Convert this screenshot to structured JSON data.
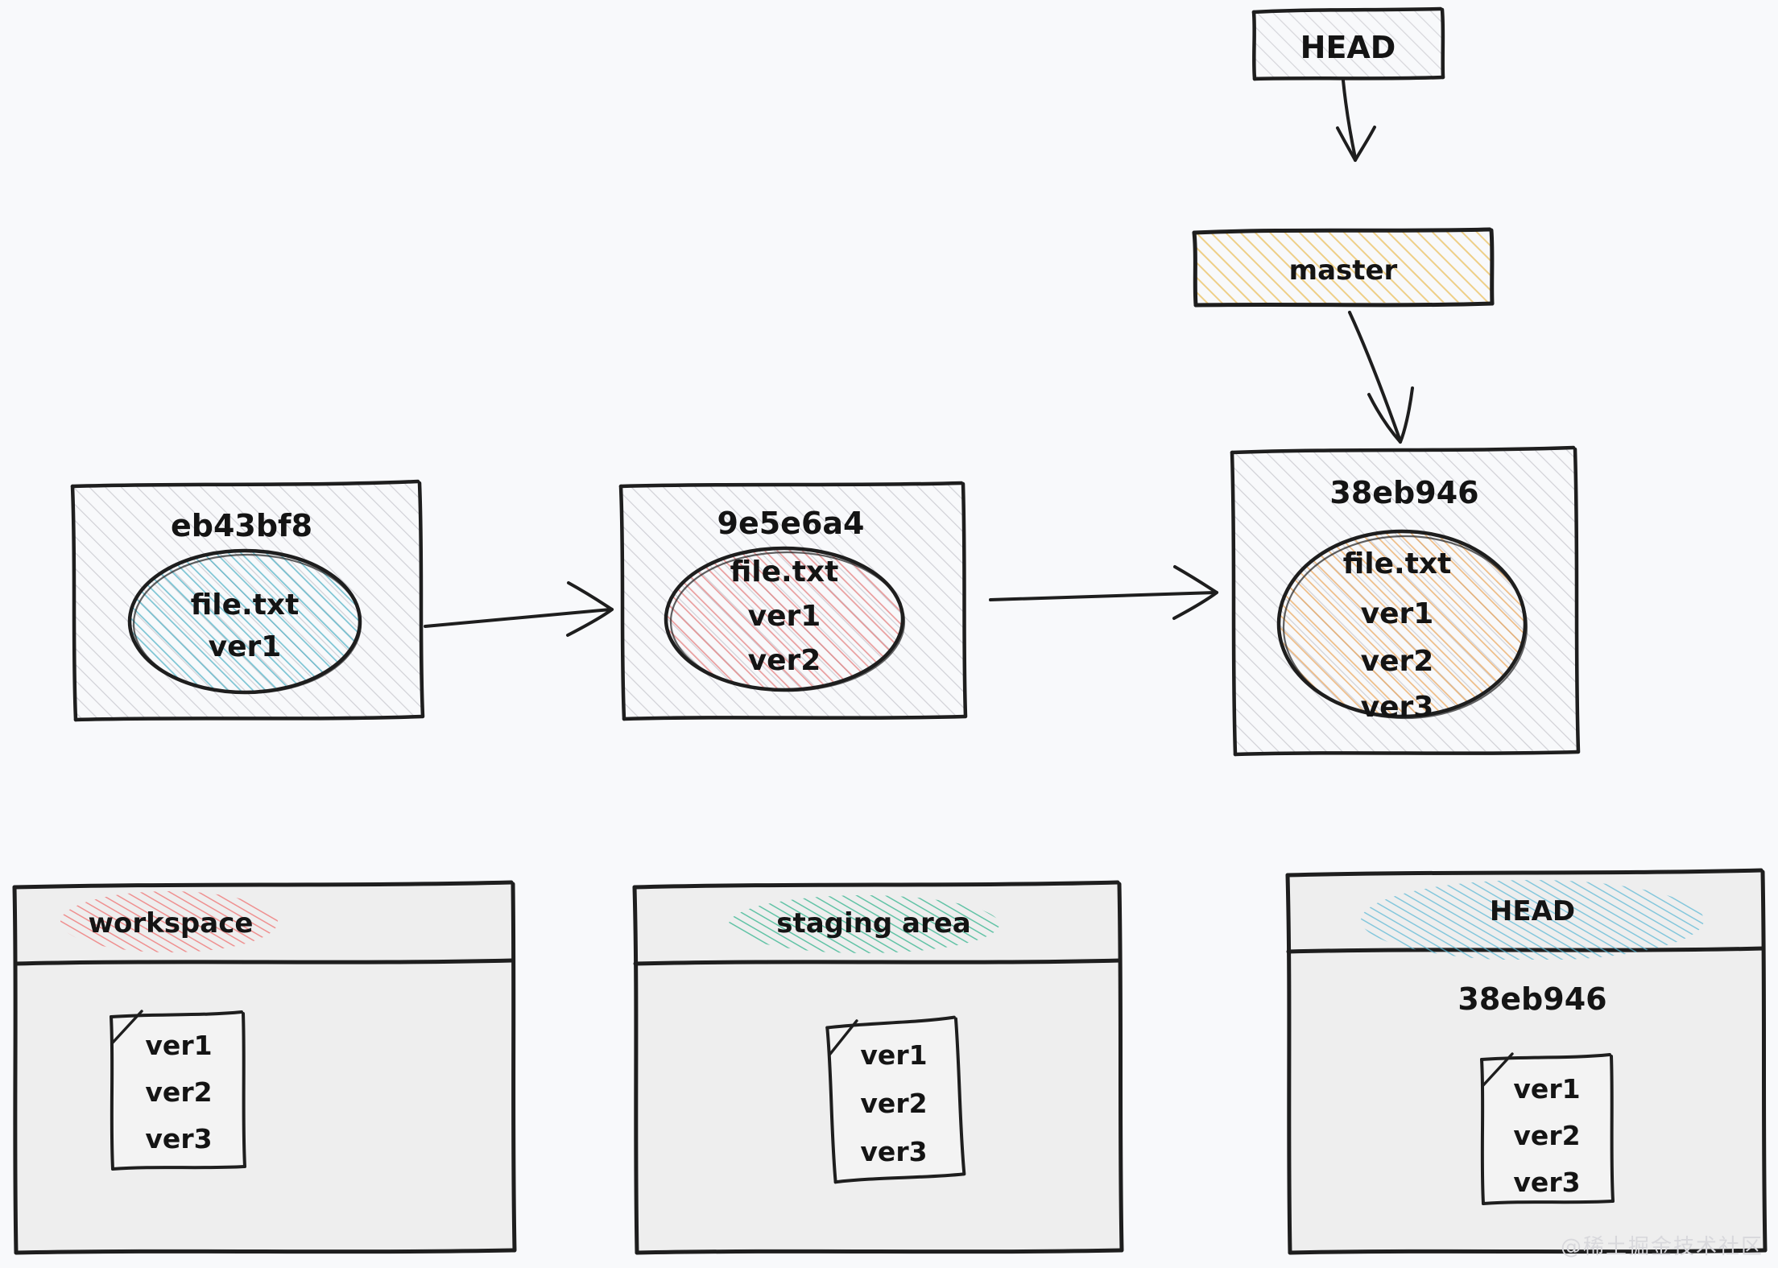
{
  "page": {
    "background_color": "#f8f9fb",
    "watermark": "@稀土掘金技术社区"
  },
  "refs": {
    "head_box": {
      "label": "HEAD",
      "fill_color": "#e8e8ea",
      "stroke_color": "#1e1e1e"
    },
    "master_box": {
      "label": "master",
      "fill_color": "#e9b949",
      "stroke_color": "#1e1e1e"
    }
  },
  "commits": [
    {
      "hash": "eb43bf8",
      "box_fill_color": "#e9ecef",
      "ellipse_fill_color": "#4aafc4",
      "file_name": "file.txt",
      "versions": [
        "ver1"
      ]
    },
    {
      "hash": "9e5e6a4",
      "box_fill_color": "#e9ecef",
      "ellipse_fill_color": "#e03131",
      "file_name": "file.txt",
      "versions": [
        "ver1",
        "ver2"
      ]
    },
    {
      "hash": "38eb946",
      "box_fill_color": "#e9ecef",
      "ellipse_fill_color": "#e8963c",
      "file_name": "file.txt",
      "versions": [
        "ver1",
        "ver2",
        "ver3"
      ]
    }
  ],
  "arrows": [
    {
      "name": "head-to-master"
    },
    {
      "name": "master-to-commit3"
    },
    {
      "name": "commit1-to-commit2"
    },
    {
      "name": "commit2-to-commit3"
    }
  ],
  "panels": [
    {
      "title": "workspace",
      "highlight_color": "#e03131",
      "panel_fill_color": "#eeeeee",
      "subtitle": "",
      "document": {
        "lines": [
          "ver1",
          "ver2",
          "ver3"
        ]
      }
    },
    {
      "title": "staging area",
      "highlight_color": "#2bb28a",
      "panel_fill_color": "#eeeeee",
      "subtitle": "",
      "document": {
        "lines": [
          "ver1",
          "ver2",
          "ver3"
        ]
      }
    },
    {
      "title": "HEAD",
      "highlight_color": "#4aafc4",
      "panel_fill_color": "#eeeeee",
      "subtitle": "38eb946",
      "document": {
        "lines": [
          "ver1",
          "ver2",
          "ver3"
        ]
      }
    }
  ]
}
